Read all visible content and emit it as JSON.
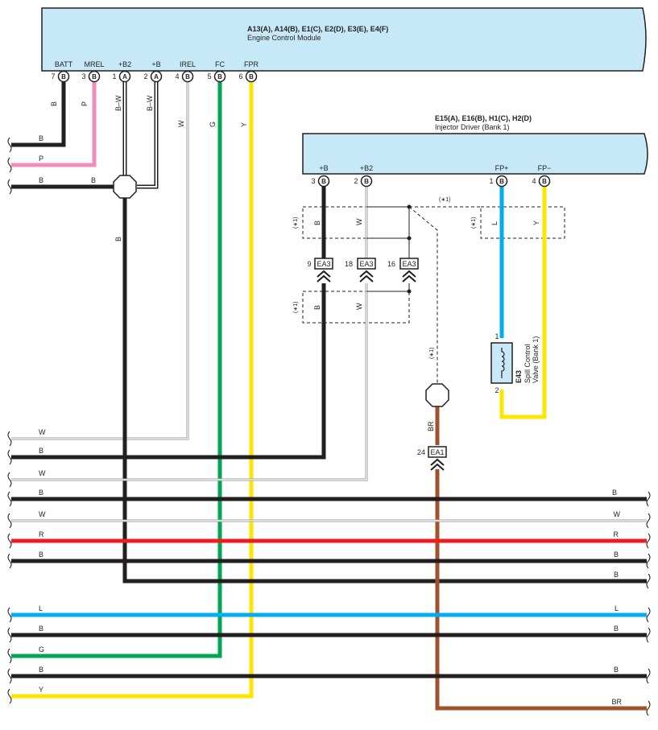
{
  "ecm": {
    "title": "A13(A), A14(B), E1(C), E2(D), E3(E), E4(F)",
    "subtitle": "Engine Control Module",
    "pins": [
      {
        "name": "BATT",
        "num": "7",
        "conn": "B"
      },
      {
        "name": "MREL",
        "num": "3",
        "conn": "B"
      },
      {
        "name": "+B2",
        "num": "1",
        "conn": "A"
      },
      {
        "name": "+B",
        "num": "2",
        "conn": "A"
      },
      {
        "name": "IREL",
        "num": "4",
        "conn": "B"
      },
      {
        "name": "FC",
        "num": "5",
        "conn": "B"
      },
      {
        "name": "FPR",
        "num": "6",
        "conn": "B"
      }
    ]
  },
  "injector": {
    "title": "E15(A), E16(B), H1(C), H2(D)",
    "subtitle": "Injector Driver (Bank 1)",
    "pins": [
      {
        "name": "+B",
        "num": "3",
        "conn": "B"
      },
      {
        "name": "+B2",
        "num": "2",
        "conn": "B"
      },
      {
        "name": "FP+",
        "num": "1",
        "conn": "B"
      },
      {
        "name": "FP−",
        "num": "4",
        "conn": "B"
      }
    ]
  },
  "valve": {
    "code": "E43",
    "name1": "Spill Control",
    "name2": "Valve (Bank 1)",
    "pin1": "1",
    "pin2": "2"
  },
  "connectors": [
    {
      "code": "EA3",
      "num": "9"
    },
    {
      "code": "EA3",
      "num": "18"
    },
    {
      "code": "EA3",
      "num": "16"
    },
    {
      "code": "EA1",
      "num": "24"
    }
  ],
  "note_mark": "(∗1)",
  "wire_labels": {
    "batt": "B",
    "mrel": "P",
    "plus_b2": "B–W",
    "plus_b": "B–W",
    "irel": "W",
    "fc": "G",
    "fpr": "Y",
    "junction_down": "B",
    "inj_b": "B",
    "inj_w": "W",
    "fp_plus": "L",
    "fp_minus": "Y",
    "spill": "BR"
  },
  "left_top": [
    "B",
    "P",
    "B",
    "B"
  ],
  "bus_left": [
    "W",
    "B",
    "W",
    "B",
    "W",
    "R",
    "B",
    "L",
    "B",
    "G",
    "B",
    "Y"
  ],
  "bus_right": [
    "B",
    "W",
    "R",
    "B",
    "B",
    "L",
    "B",
    "B",
    "BR"
  ],
  "colors": {
    "black": "#231f20",
    "pink": "#f08cbe",
    "green": "#00a651",
    "yellow": "#ffe600",
    "red": "#ed1c24",
    "blue": "#00aeef",
    "brown": "#a0522d",
    "box": "#c7e8f7",
    "gray": "#9a9a9a"
  }
}
